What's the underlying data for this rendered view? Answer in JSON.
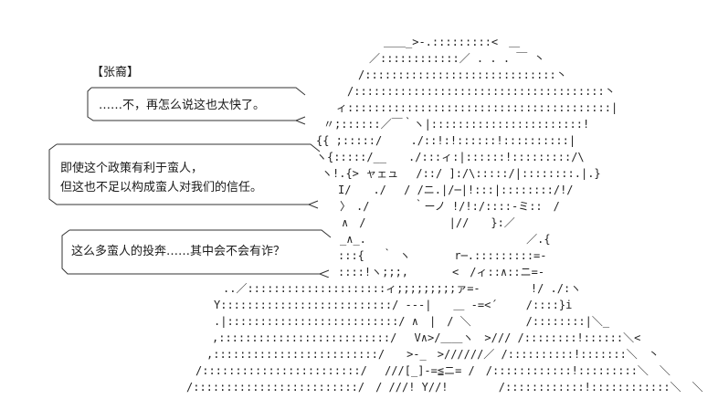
{
  "speaker": "【张裔】",
  "bubbles": [
    {
      "lines": [
        "……不，再怎么说这也太快了。"
      ]
    },
    {
      "lines": [
        "即使这个政策有利于蛮人，",
        "但这也不足以构成蛮人对我们的信任。"
      ]
    },
    {
      "lines": [
        "这么多蛮人的投奔……其中会不会有诈？"
      ]
    }
  ],
  "art_rows": [
    "＿＿_>-.:::::::::<　＿",
    "／::::::::::::／ . . . ￣ 丶",
    "/:::::::::::::::::::::::::::::丶",
    "/::::::::::::::::::::::::::::::::::::::丶",
    "ィ::::::::::::::::::::::::::::::::::::::::|",
    "〃;::::::／￣｀ヽ|:::::::::::::::::::::::!",
    "{{ ;:::::/　　 ./::!:!::::::!::::::::::|",
    "ヽ{:::::/__　　./:::ィ:|::::::!:::::::::/\\",
    "ヽ!.{> ャェュ　 /::/ ]:/\\:::::/|::::::::.|.}",
    "I/　　./　 / /ニ.|/─|!:::|::::::::/!/",
    "〉　./　　　　｀ーノ !/!:/::::-ミ::　/",
    "∧　/　　　　　　　 |//　　}:／",
    "_∧_.　　　　　　　　　　　　　　 ／.{",
    ":::{　 ｀ ヽ　　　　r─.:::::::::=-",
    "::::!ヽ;;;,　　　　<　/ィ::∧::ニ=-",
    "..／:::::::::::::::::::::ィ;;;;;;;;;ァ=-　　　　 !/ ./:ヽ",
    "Y::::::::::::::::::::::::::/ ‐‐‐|　　＿ -=<´　　 /::::}i",
    ".|::::::::::::::::::::::::::/ ∧　|　/ ＼　　　　　/::::::::|＼_",
    ",::::::::::::::::::::::::::/　 V∧>/＿＿ヽ　>/// /::::::::!::::::＼<",
    ",:::::::::::::::::::::::::/　　>-_　>//////／ /::::::::::!:::::::＼　丶",
    "/::::::::::::::::::::::::/　 ///[_]-=≦ニ= /　/::::::::::::!:::::::::＼　＼",
    "/:::::::::::::::::::::::::/　/ ///! Y//!　　　　 /::::::::::::!::::::::::::＼　＼"
  ]
}
